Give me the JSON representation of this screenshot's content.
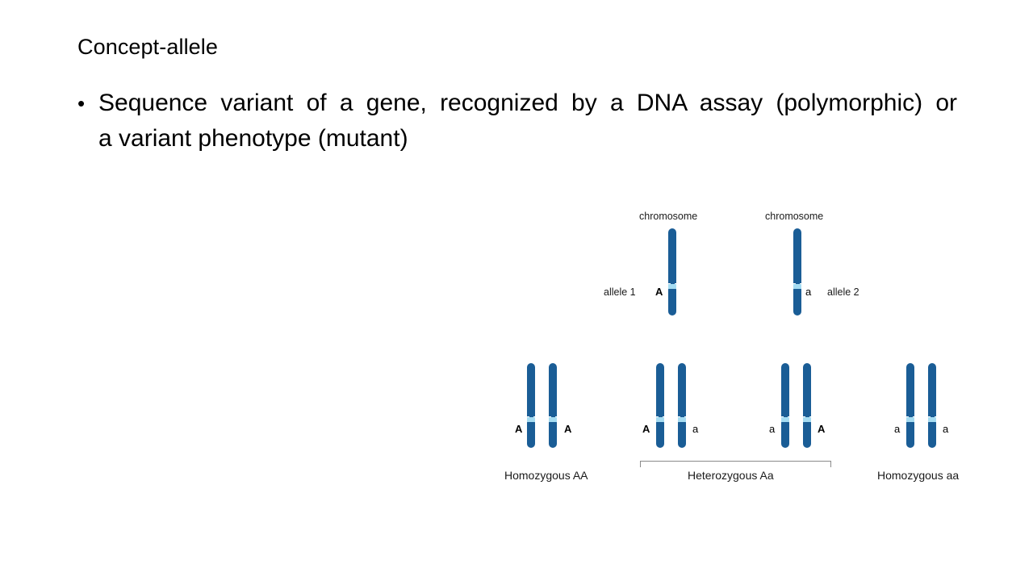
{
  "slide": {
    "title": "Concept-allele",
    "bullets": [
      {
        "marker": "•",
        "line1": "Sequence variant of a gene, recognized by a DNA assay (polymorphic) or",
        "line2": "a variant phenotype (mutant)"
      }
    ]
  },
  "figure": {
    "top_section": {
      "chromosome_label_left": "chromosome",
      "chromosome_label_right": "chromosome",
      "allele_label_left": "allele 1",
      "allele_letter_left": "A",
      "allele_letter_right": "a",
      "allele_label_right": "allele 2"
    },
    "genotype_groups": [
      {
        "caption": "Homozygous AA",
        "left_letter": "A",
        "right_letter": "A",
        "left_dominant": true,
        "right_dominant": true
      },
      {
        "caption": "",
        "left_letter": "A",
        "right_letter": "a",
        "left_dominant": true,
        "right_dominant": false
      },
      {
        "caption": "",
        "left_letter": "a",
        "right_letter": "A",
        "left_dominant": false,
        "right_dominant": true
      },
      {
        "caption": "Homozygous aa",
        "left_letter": "a",
        "right_letter": "a",
        "left_dominant": false,
        "right_dominant": false
      }
    ],
    "bracket_caption": "Heterozygous Aa",
    "colors": {
      "chromosome_body": "#1a5d96",
      "allele_band": "#a5dcf2",
      "bracket_line": "#8a8a8a",
      "background": "#ffffff",
      "text": "#000000"
    }
  }
}
